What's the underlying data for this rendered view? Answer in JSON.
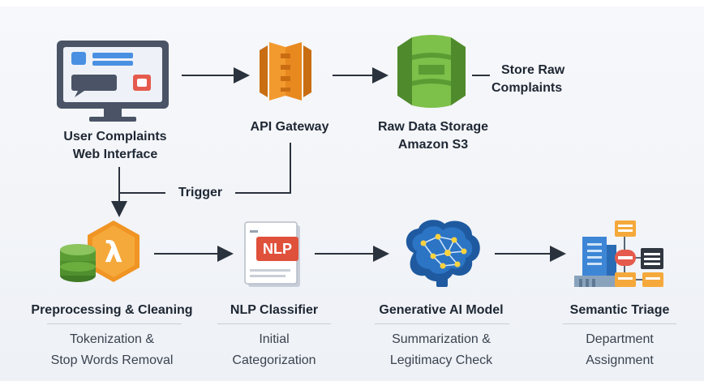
{
  "nodes": {
    "web": {
      "label_line1": "User Complaints",
      "label_line2": "Web Interface"
    },
    "api": {
      "label": "API Gateway"
    },
    "s3": {
      "label_line1": "Raw Data Storage",
      "label_line2": "Amazon S3"
    },
    "store_note": {
      "line1": "Store Raw",
      "line2": "Complaints"
    },
    "trigger": {
      "label": "Trigger"
    },
    "preprocess": {
      "label": "Preprocessing & Cleaning",
      "sub_line1": "Tokenization &",
      "sub_line2": "Stop Words Removal"
    },
    "nlp": {
      "label": "NLP Classifier",
      "icon_text": "NLP",
      "sub_line1": "Initial",
      "sub_line2": "Categorization"
    },
    "genai": {
      "label": "Generative AI Model",
      "sub_line1": "Summarization &",
      "sub_line2": "Legitimacy Check"
    },
    "triage": {
      "label": "Semantic Triage",
      "sub_line1": "Department",
      "sub_line2": "Assignment"
    }
  },
  "colors": {
    "aws_orange": "#e8891f",
    "aws_green": "#6cae3e",
    "nlp_red": "#e0513c",
    "brain_blue": "#1f5aa0",
    "monitor": "#4a5466"
  }
}
